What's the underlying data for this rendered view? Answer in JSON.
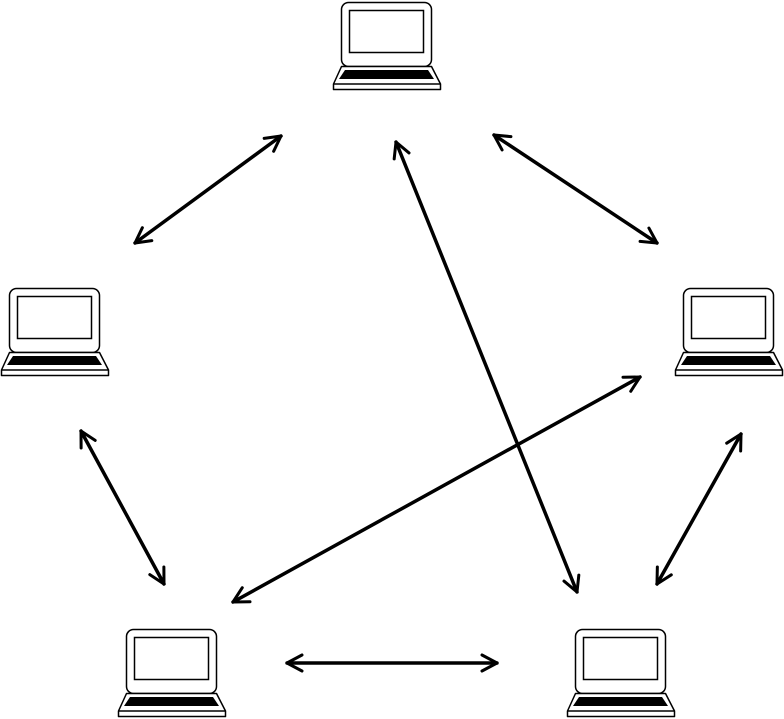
{
  "diagram": {
    "nodes": [
      {
        "id": "top",
        "icon": "laptop-icon"
      },
      {
        "id": "left",
        "icon": "laptop-icon"
      },
      {
        "id": "right",
        "icon": "laptop-icon"
      },
      {
        "id": "bottom-left",
        "icon": "laptop-icon"
      },
      {
        "id": "bottom-right",
        "icon": "laptop-icon"
      }
    ],
    "edges": [
      {
        "from": "top",
        "to": "left",
        "style": "bidirectional"
      },
      {
        "from": "top",
        "to": "right",
        "style": "bidirectional"
      },
      {
        "from": "top",
        "to": "bottom-right",
        "style": "bidirectional"
      },
      {
        "from": "left",
        "to": "bottom-left",
        "style": "bidirectional"
      },
      {
        "from": "bottom-left",
        "to": "right",
        "style": "bidirectional"
      },
      {
        "from": "bottom-left",
        "to": "bottom-right",
        "style": "bidirectional"
      },
      {
        "from": "right",
        "to": "bottom-right",
        "style": "bidirectional"
      }
    ],
    "colors": {
      "stroke": "#000000",
      "background": "#ffffff"
    }
  }
}
